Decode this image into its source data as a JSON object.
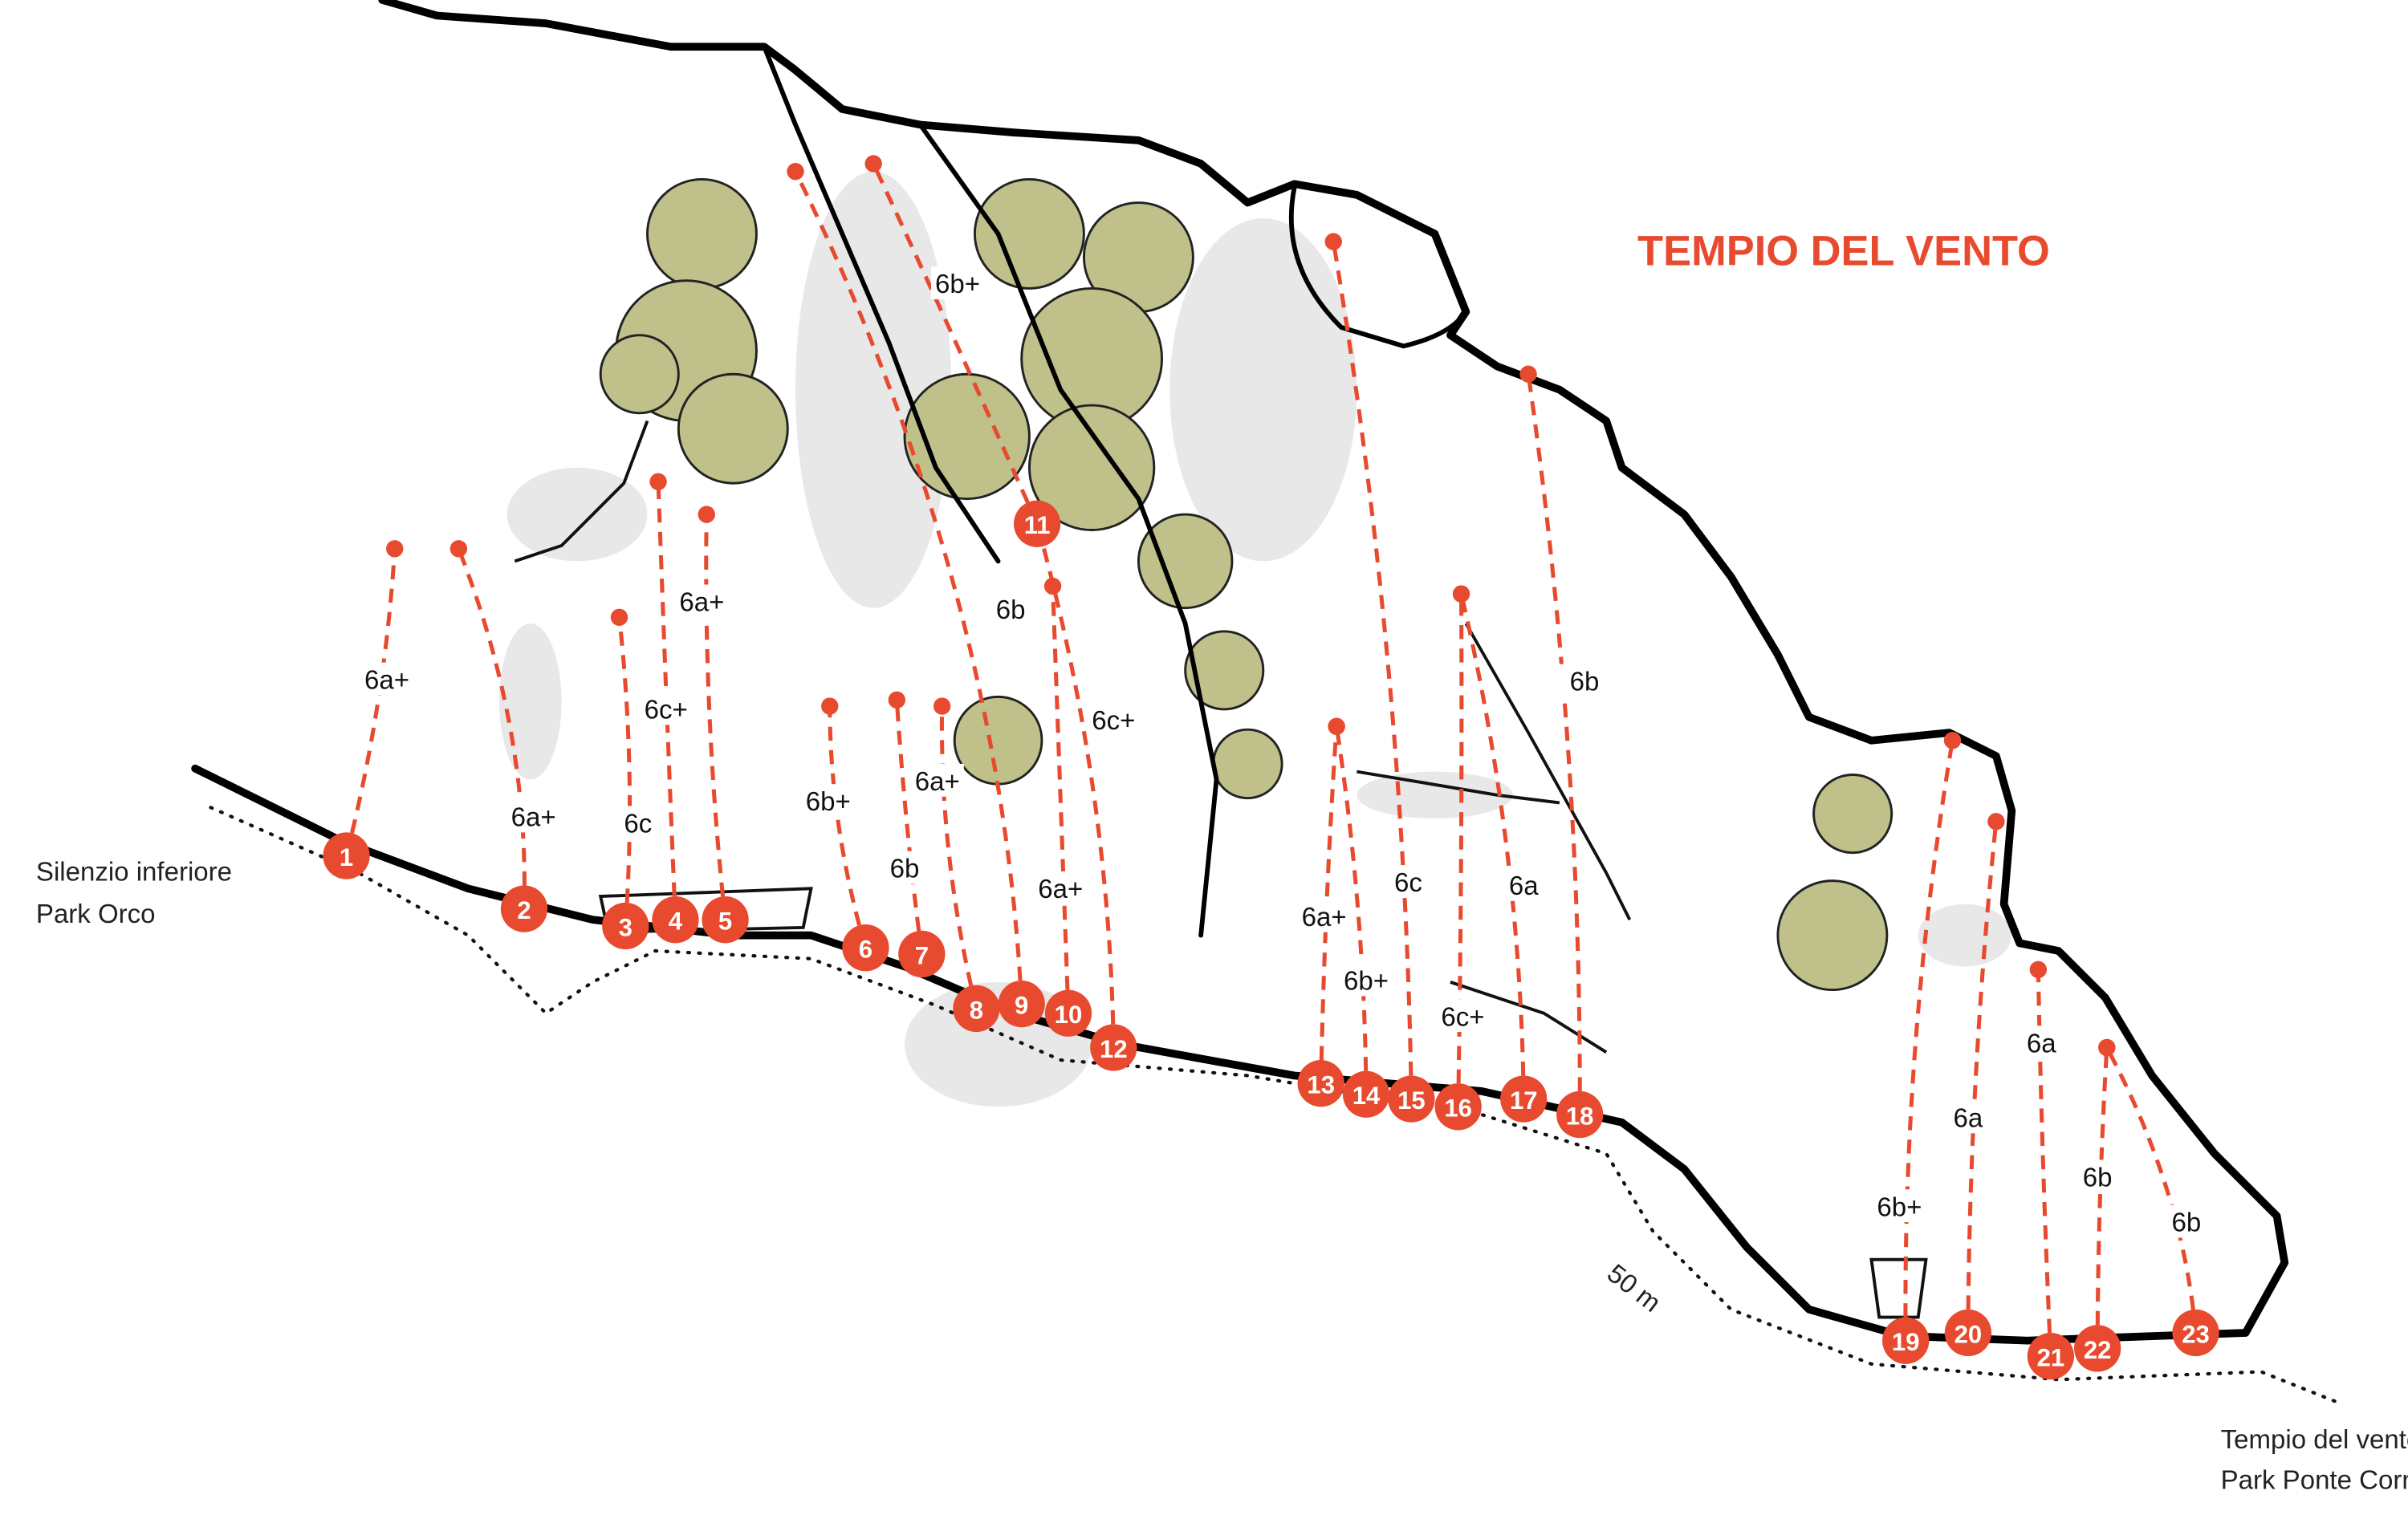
{
  "title": "TEMPIO DEL VENTO",
  "parking_left": {
    "line1": "Silenzio inferiore",
    "line2": "Park Orco"
  },
  "parking_right": {
    "line1": "Tempio del vento",
    "line2": "Park Ponte Cornei"
  },
  "distance_label": "50 m",
  "colors": {
    "route": "#e84a2f",
    "rock": "#000000",
    "vegetation": "#bfc08a"
  },
  "routes": [
    {
      "number": "1",
      "grade": "6a+"
    },
    {
      "number": "2",
      "grade": "6a+"
    },
    {
      "number": "3",
      "grade": "6c"
    },
    {
      "number": "4",
      "grade": "6c+"
    },
    {
      "number": "5",
      "grade": "6a+"
    },
    {
      "number": "6",
      "grade": "6b+"
    },
    {
      "number": "7",
      "grade": "6b"
    },
    {
      "number": "8",
      "grade": "6a+"
    },
    {
      "number": "9",
      "grade": "6b"
    },
    {
      "number": "10",
      "grade": "6a+"
    },
    {
      "number": "11",
      "grade": "6b+"
    },
    {
      "number": "12",
      "grade": "6c+"
    },
    {
      "number": "13",
      "grade": "6a+"
    },
    {
      "number": "14",
      "grade": "6b+"
    },
    {
      "number": "15",
      "grade": "6c"
    },
    {
      "number": "16",
      "grade": "6c+"
    },
    {
      "number": "17",
      "grade": "6a"
    },
    {
      "number": "18",
      "grade": "6b"
    },
    {
      "number": "19",
      "grade": "6b+"
    },
    {
      "number": "20",
      "grade": "6a"
    },
    {
      "number": "21",
      "grade": "6a"
    },
    {
      "number": "22",
      "grade": "6b"
    },
    {
      "number": "23",
      "grade": "6b"
    }
  ]
}
